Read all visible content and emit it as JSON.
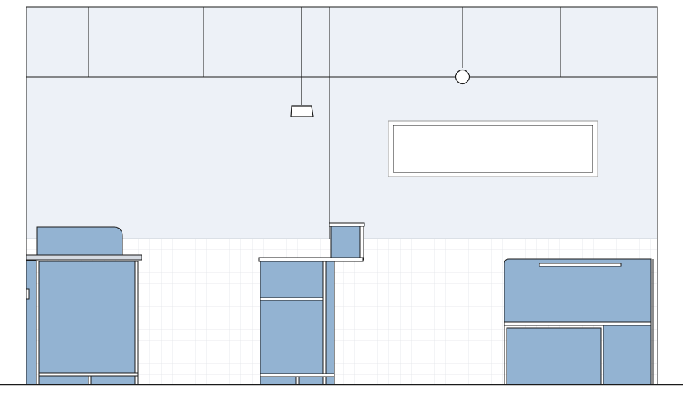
{
  "drawing": {
    "type": "interior-elevation",
    "colors": {
      "wall": "#edf1f7",
      "tile": "#ffffff",
      "grout": "#e1e4e8",
      "furniture": "#93b3d2",
      "countertop": "#d6dbe2",
      "line": "#1a1a1a",
      "window_frame": "#9a9a9a"
    },
    "elements": [
      "ceiling-panels",
      "pendant-lamp",
      "globe-light",
      "clerestory-window",
      "tiled-wainscot",
      "left-storage-unit",
      "center-shelving-unit",
      "right-cabinet-unit"
    ]
  }
}
